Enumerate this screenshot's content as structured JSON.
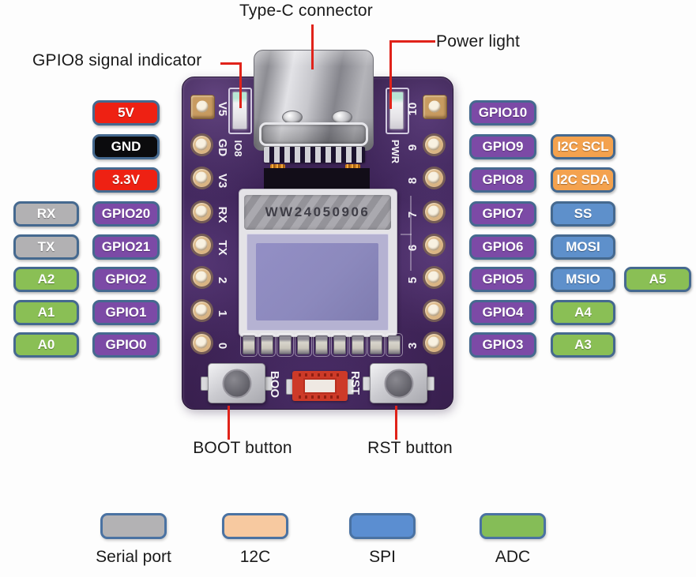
{
  "annotations": {
    "type_c": "Type-C connector",
    "power_light": "Power light",
    "gpio8_indicator": "GPIO8 signal indicator",
    "boot_button": "BOOT button",
    "rst_button": "RST button"
  },
  "board": {
    "left_silkscreen": [
      "V5",
      "GD",
      "V3",
      "RX",
      "TX",
      "2",
      "1",
      "0"
    ],
    "right_silkscreen": [
      "10",
      "9",
      "8",
      "7",
      "6",
      "5",
      "",
      "3"
    ],
    "io8_led_label": "IO8",
    "pwr_led_label": "PWR",
    "boot_silk": "BOO",
    "rst_silk": "RST",
    "sticker_text": "WW24050906"
  },
  "pin_columns": {
    "left_outer": [
      {
        "row": 4,
        "label": "RX",
        "type": "serial"
      },
      {
        "row": 5,
        "label": "TX",
        "type": "serial"
      },
      {
        "row": 6,
        "label": "A2",
        "type": "adc"
      },
      {
        "row": 7,
        "label": "A1",
        "type": "adc"
      },
      {
        "row": 8,
        "label": "A0",
        "type": "adc"
      }
    ],
    "left_inner": [
      {
        "row": 1,
        "label": "5V",
        "type": "power"
      },
      {
        "row": 2,
        "label": "GND",
        "type": "ground"
      },
      {
        "row": 3,
        "label": "3.3V",
        "type": "power"
      },
      {
        "row": 4,
        "label": "GPIO20",
        "type": "gpio"
      },
      {
        "row": 5,
        "label": "GPIO21",
        "type": "gpio"
      },
      {
        "row": 6,
        "label": "GPIO2",
        "type": "gpio"
      },
      {
        "row": 7,
        "label": "GPIO1",
        "type": "gpio"
      },
      {
        "row": 8,
        "label": "GPIO0",
        "type": "gpio"
      }
    ],
    "right_gpio": [
      {
        "row": 1,
        "label": "GPIO10",
        "type": "gpio"
      },
      {
        "row": 2,
        "label": "GPIO9",
        "type": "gpio"
      },
      {
        "row": 3,
        "label": "GPIO8",
        "type": "gpio"
      },
      {
        "row": 4,
        "label": "GPIO7",
        "type": "gpio"
      },
      {
        "row": 5,
        "label": "GPIO6",
        "type": "gpio"
      },
      {
        "row": 6,
        "label": "GPIO5",
        "type": "gpio"
      },
      {
        "row": 7,
        "label": "GPIO4",
        "type": "gpio"
      },
      {
        "row": 8,
        "label": "GPIO3",
        "type": "gpio"
      }
    ],
    "right_func": [
      {
        "row": 2,
        "label": "I2C SCL",
        "type": "i2c"
      },
      {
        "row": 3,
        "label": "I2C SDA",
        "type": "i2c"
      },
      {
        "row": 4,
        "label": "SS",
        "type": "spi"
      },
      {
        "row": 5,
        "label": "MOSI",
        "type": "spi"
      },
      {
        "row": 6,
        "label": "MSIO",
        "type": "spi"
      },
      {
        "row": 7,
        "label": "A4",
        "type": "adc"
      },
      {
        "row": 8,
        "label": "A3",
        "type": "adc"
      }
    ],
    "right_extra": [
      {
        "row": 6,
        "label": "A5",
        "type": "adc"
      }
    ]
  },
  "legend": [
    {
      "label": "Serial port",
      "color": "#b3b2b4"
    },
    {
      "label": "12C",
      "color": "#f7c9a0"
    },
    {
      "label": "SPI",
      "color": "#5b8ed1"
    },
    {
      "label": "ADC",
      "color": "#85bd57"
    }
  ],
  "colors": {
    "power": "#ee2113",
    "ground": "#0b0b0d",
    "gpio": "#7c4aa6",
    "serial": "#b2b1b3",
    "adc": "#8abf55",
    "i2c": "#f4a24e",
    "spi": "#5e90cb",
    "pill_border": "#45698f",
    "annotation_line": "#e0231a",
    "pcb": "#3c2356"
  }
}
